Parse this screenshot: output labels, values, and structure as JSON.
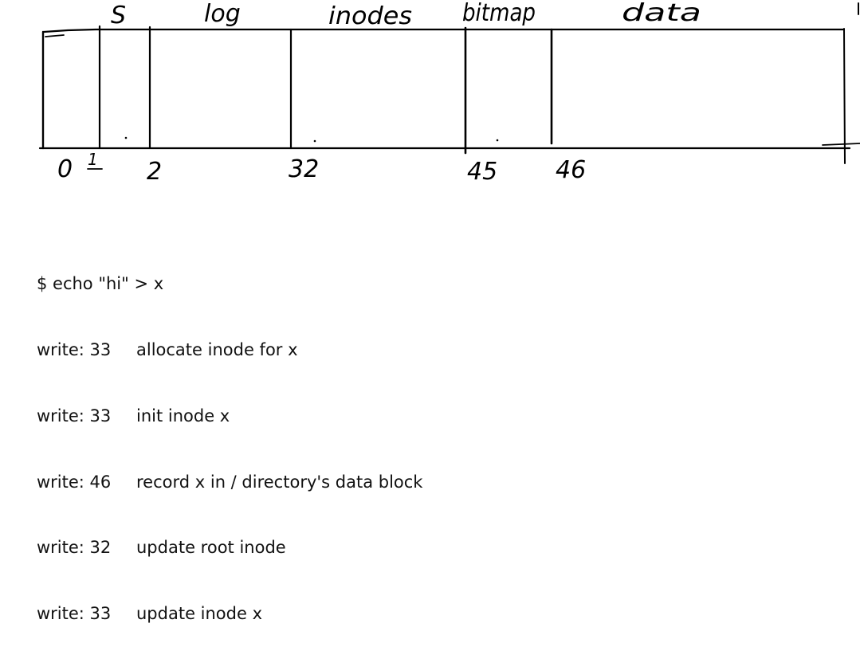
{
  "diagram": {
    "sections": {
      "superblock": "S",
      "log": "log",
      "inodes": "inodes",
      "bitmap": "bitmap",
      "data": "data"
    },
    "block_numbers": {
      "b0": "0",
      "b1": "1",
      "b2": "2",
      "b32": "32",
      "b45": "45",
      "b46": "46"
    }
  },
  "trace": {
    "command": "$ echo \"hi\" > x",
    "writes": [
      {
        "block": "write: 33",
        "description": "allocate inode for x"
      },
      {
        "block": "write: 33",
        "description": "init inode x"
      },
      {
        "block": "write: 46",
        "description": "record x in / directory's data block"
      },
      {
        "block": "write: 32",
        "description": "update root inode"
      },
      {
        "block": "write: 33",
        "description": "update inode x"
      }
    ]
  }
}
